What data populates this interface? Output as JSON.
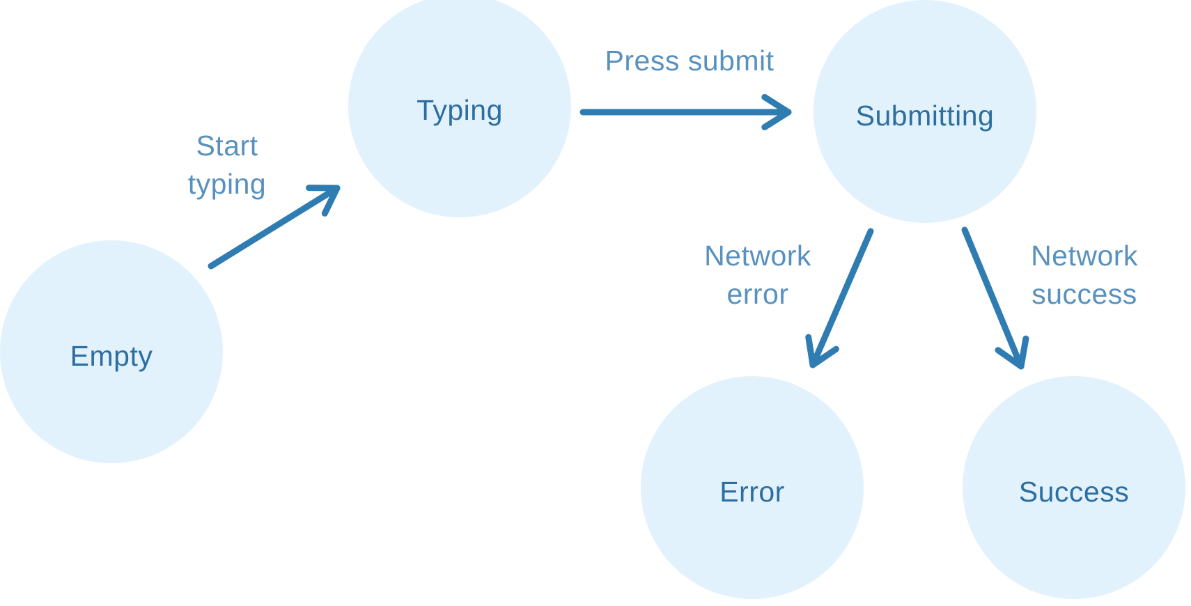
{
  "diagram": {
    "type": "state-machine",
    "colors": {
      "background": "#ffffff",
      "node_fill": "#e2f2fc",
      "node_text": "#2d6ea0",
      "arrow": "#2e7cb2",
      "edge_label": "#2e75ad"
    }
  },
  "states": [
    {
      "id": "empty",
      "label": "Empty"
    },
    {
      "id": "typing",
      "label": "Typing"
    },
    {
      "id": "submitting",
      "label": "Submitting"
    },
    {
      "id": "error",
      "label": "Error"
    },
    {
      "id": "success",
      "label": "Success"
    }
  ],
  "transitions": [
    {
      "from": "empty",
      "to": "typing",
      "label": "Start\ntyping"
    },
    {
      "from": "typing",
      "to": "submitting",
      "label": "Press submit"
    },
    {
      "from": "submitting",
      "to": "error",
      "label": "Network\nerror"
    },
    {
      "from": "submitting",
      "to": "success",
      "label": "Network\nsuccess"
    }
  ]
}
